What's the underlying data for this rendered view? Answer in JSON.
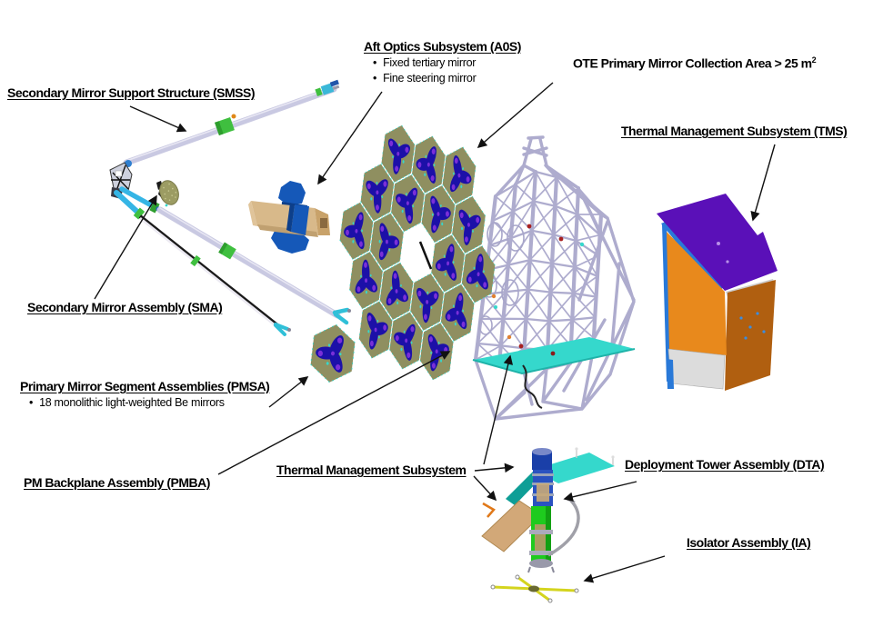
{
  "labels": {
    "smss": {
      "text": "Secondary Mirror Support Structure (SMSS)"
    },
    "aos": {
      "text": "Aft Optics Subsystem (A0S)",
      "bullets": [
        "Fixed tertiary mirror",
        "Fine steering mirror"
      ]
    },
    "ote": {
      "text": "OTE Primary Mirror Collection Area > 25 m",
      "sup": "2"
    },
    "tms": {
      "text": "Thermal Management Subsystem (TMS)"
    },
    "sma": {
      "text": "Secondary Mirror Assembly (SMA)"
    },
    "pmsa": {
      "text": "Primary Mirror Segment Assemblies (PMSA)",
      "bullets": [
        "18 monolithic light-weighted Be mirrors"
      ]
    },
    "pmba": {
      "text": "PM Backplane Assembly (PMBA)"
    },
    "tms_center": {
      "text": "Thermal Management Subsystem"
    },
    "dta": {
      "text": "Deployment Tower Assembly (DTA)"
    },
    "ia": {
      "text": "Isolator Assembly (IA)"
    }
  },
  "colors": {
    "tube_lavender": "#c9c9e2",
    "tube_cyan": "#35b5e5",
    "band_green": "#3fbf3f",
    "hex_olive": "#8f8f60",
    "star_navy": "#1c10a8",
    "star_purple": "#7a2fd8",
    "accent_cyan": "#35d8cc",
    "truss_lavender": "#aeacce",
    "tms_purple": "#5a10b8",
    "tms_orange": "#e8891c",
    "tms_brown": "#b05f10",
    "tms_blue": "#2979d8",
    "baffle_tan": "#d8b98a",
    "flange_blue": "#1558b8",
    "dta_green": "#1ecb1e",
    "dta_blue": "#1a3fa8",
    "panel_tan": "#d2a878",
    "ia_yellow": "#d4d41e"
  }
}
